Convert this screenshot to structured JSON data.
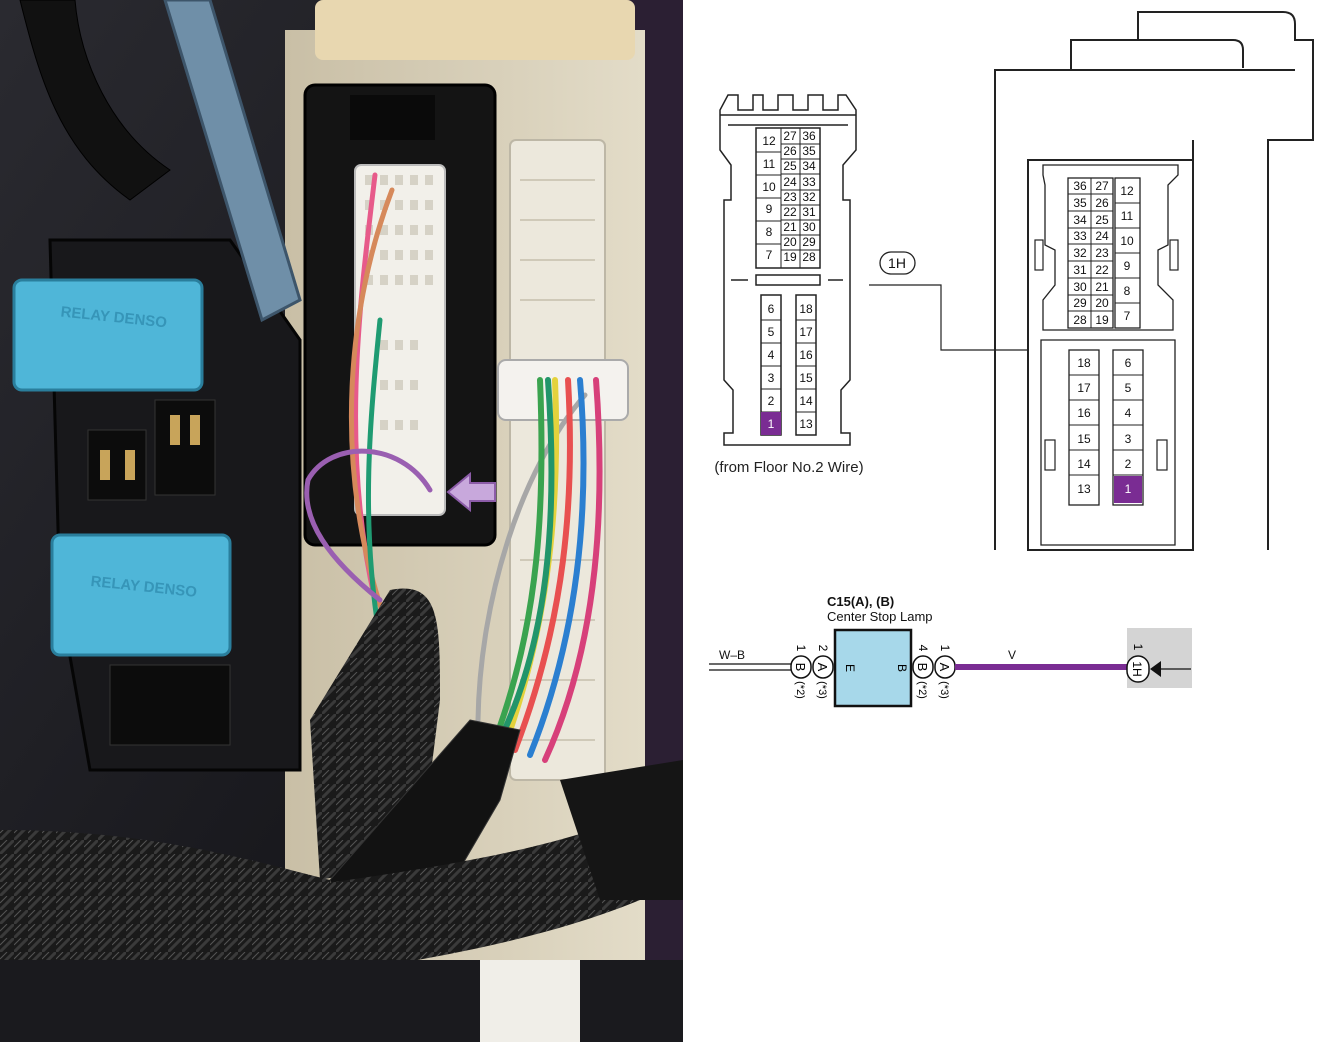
{
  "photo": {
    "relay_top_label": "RELAY DENSO",
    "relay_bottom_label": "RELAY DENSO"
  },
  "connector_left": {
    "caption": "(from Floor No.2 Wire)",
    "upper_left_pins": [
      "12",
      "11",
      "10",
      "9",
      "8",
      "7"
    ],
    "upper_mid_pins": [
      "27",
      "26",
      "25",
      "24",
      "23",
      "22",
      "21",
      "20",
      "19"
    ],
    "upper_right_pins": [
      "36",
      "35",
      "34",
      "33",
      "32",
      "31",
      "30",
      "29",
      "28"
    ],
    "lower_left_pins": [
      "6",
      "5",
      "4",
      "3",
      "2",
      "1"
    ],
    "lower_right_pins": [
      "18",
      "17",
      "16",
      "15",
      "14",
      "13"
    ]
  },
  "connector_right": {
    "upper_left_pins": [
      "36",
      "35",
      "34",
      "33",
      "32",
      "31",
      "30",
      "29",
      "28"
    ],
    "upper_mid_pins": [
      "27",
      "26",
      "25",
      "24",
      "23",
      "22",
      "21",
      "20",
      "19"
    ],
    "upper_right_pins": [
      "12",
      "11",
      "10",
      "9",
      "8",
      "7"
    ],
    "lower_left_pins": [
      "18",
      "17",
      "16",
      "15",
      "14",
      "13"
    ],
    "lower_right_pins": [
      "6",
      "5",
      "4",
      "3",
      "2",
      "1"
    ]
  },
  "callout_label": "1H",
  "highlight_pin": "1",
  "wiring": {
    "component_id": "C15(A), (B)",
    "component_name": "Center Stop Lamp",
    "left_wire_label": "W–B",
    "right_wire_label": "V",
    "pin_e_label": "E",
    "pin_b_label": "B",
    "left_pin_b_num": "1",
    "left_pin_b_conn": "B",
    "left_pin_b_note": "(*2)",
    "left_pin_a_num": "2",
    "left_pin_a_conn": "A",
    "left_pin_a_note": "(*3)",
    "right_pin_b_num": "4",
    "right_pin_b_conn": "B",
    "right_pin_b_note": "(*2)",
    "right_pin_a_num": "1",
    "right_pin_a_conn": "A",
    "right_pin_a_note": "(*3)",
    "junction_num": "1",
    "junction_conn": "1H"
  },
  "colors": {
    "highlight_purple": "#7a2c93",
    "wire_purple": "#7a2c93",
    "lamp_fill": "#a7d8ea",
    "arrow_fill": "#c8a8dc",
    "photo_bg": "#1c1c20"
  }
}
